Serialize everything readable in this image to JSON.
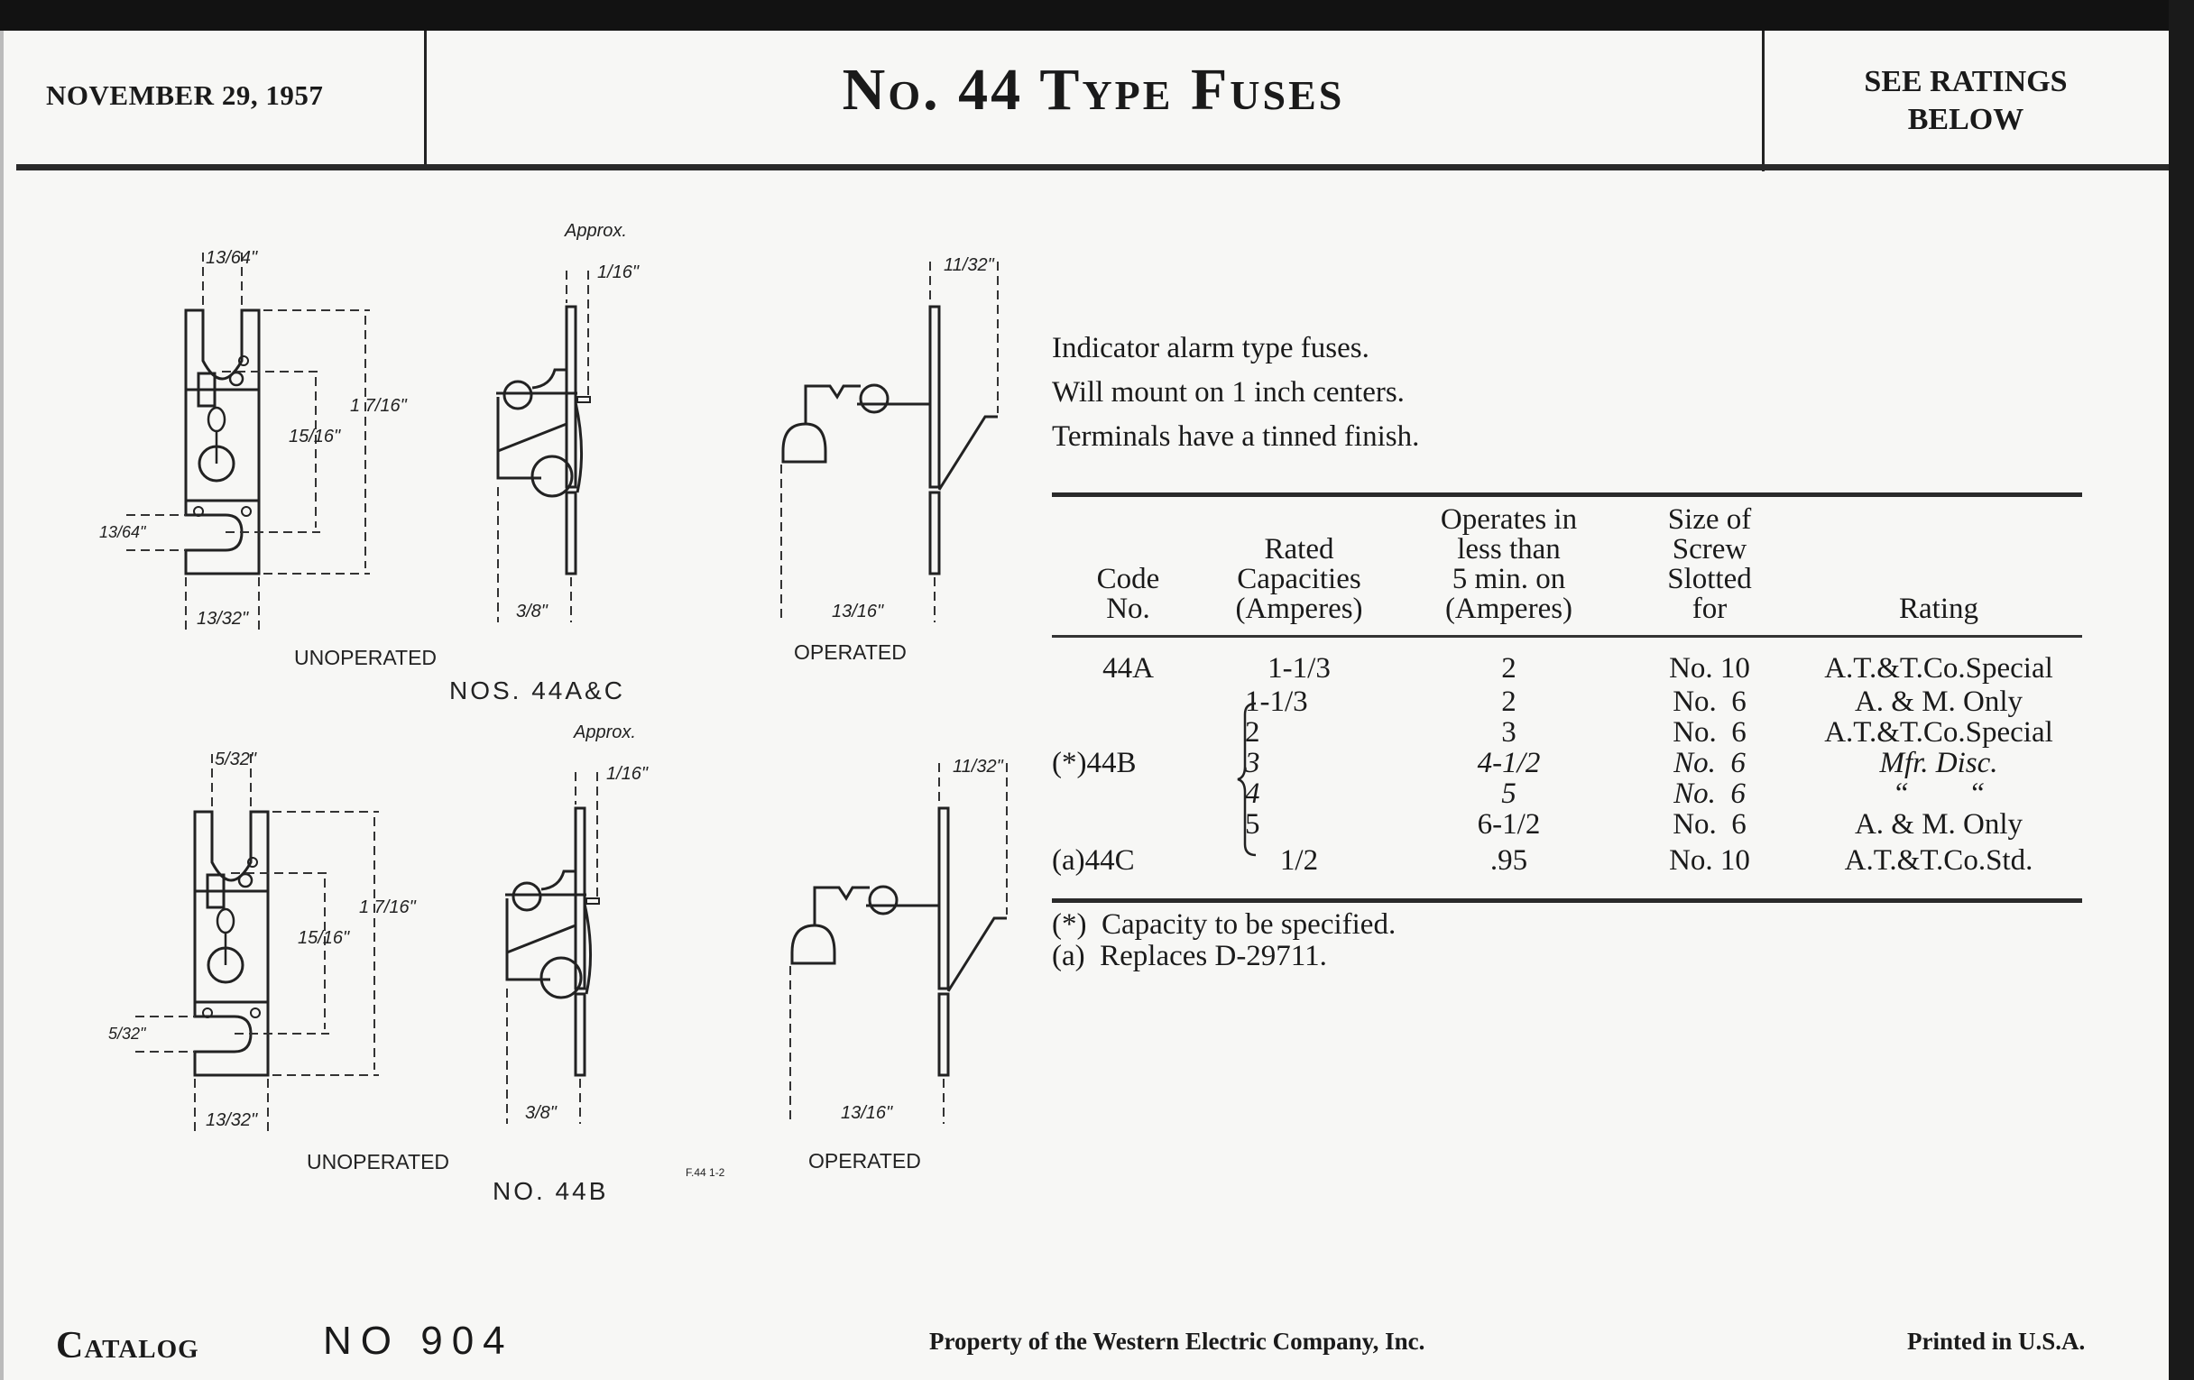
{
  "header": {
    "date": "NOVEMBER 29, 1957",
    "title": "No. 44 Type Fuses",
    "ratings_note_line1": "SEE RATINGS",
    "ratings_note_line2": "BELOW"
  },
  "description": [
    "Indicator alarm type fuses.",
    "Will mount on 1 inch centers.",
    "Terminals have a tinned finish."
  ],
  "table": {
    "headers": {
      "code": [
        "Code",
        "No."
      ],
      "rated": [
        "Rated",
        "Capacities",
        "(Amperes)"
      ],
      "operates": [
        "Operates in",
        "less than",
        "5 min. on",
        "(Amperes)"
      ],
      "size": [
        "Size of",
        "Screw",
        "Slotted",
        "for"
      ],
      "rating": [
        "Rating"
      ]
    },
    "rows": [
      {
        "code": "44A",
        "rated": "1-1/3",
        "operates": "2",
        "size": "No. 10",
        "rating": "A.T.&T.Co.Special"
      },
      {
        "code": "",
        "rated": "1-1/3",
        "operates": "2",
        "size": "No.  6",
        "rating": "A. & M. Only"
      },
      {
        "code": "",
        "rated": "2",
        "operates": "3",
        "size": "No.  6",
        "rating": "A.T.&T.Co.Special"
      },
      {
        "code": "(*)44B",
        "rated": "3",
        "operates": "4-1/2",
        "size": "No.  6",
        "rating": "Mfr. Disc."
      },
      {
        "code": "",
        "rated": "4",
        "operates": "5",
        "size": "No.  6",
        "rating": "“        “"
      },
      {
        "code": "",
        "rated": "5",
        "operates": "6-1/2",
        "size": "No.  6",
        "rating": "A. & M. Only"
      },
      {
        "code": "(a)44C",
        "rated": "1/2",
        "operates": ".95",
        "size": "No. 10",
        "rating": "A.T.&T.Co.Std."
      }
    ],
    "footnotes": [
      "(*)  Capacity to be specified.",
      "(a)  Replaces D-29711."
    ]
  },
  "drawings": {
    "set1": {
      "caption": "NOS. 44A&C",
      "unoperated_label": "UNOPERATED",
      "operated_label": "OPERATED",
      "approx": "Approx.",
      "dims": {
        "slot_top": "13/64\"",
        "inner_height": "15/16\"",
        "overall_height": "1 7/16\"",
        "slot_side": "13/64\"",
        "width": "13/32\"",
        "gap": "1/16\"",
        "depth": "3/8\"",
        "offset": "11/32\"",
        "reach": "13/16\""
      }
    },
    "set2": {
      "caption": "NO. 44B",
      "unoperated_label": "UNOPERATED",
      "operated_label": "OPERATED",
      "approx": "Approx.",
      "figure_ref": "F.44 1-2",
      "dims": {
        "slot_top": "5/32\"",
        "inner_height": "15/16\"",
        "overall_height": "1 7/16\"",
        "slot_side": "5/32\"",
        "width": "13/32\"",
        "gap": "1/16\"",
        "depth": "3/8\"",
        "offset": "11/32\"",
        "reach": "13/16\""
      }
    }
  },
  "footer": {
    "catalog": "Catalog",
    "catalog_no": "NO 904",
    "property": "Property of the Western Electric Company, Inc.",
    "printed": "Printed in U.S.A."
  }
}
